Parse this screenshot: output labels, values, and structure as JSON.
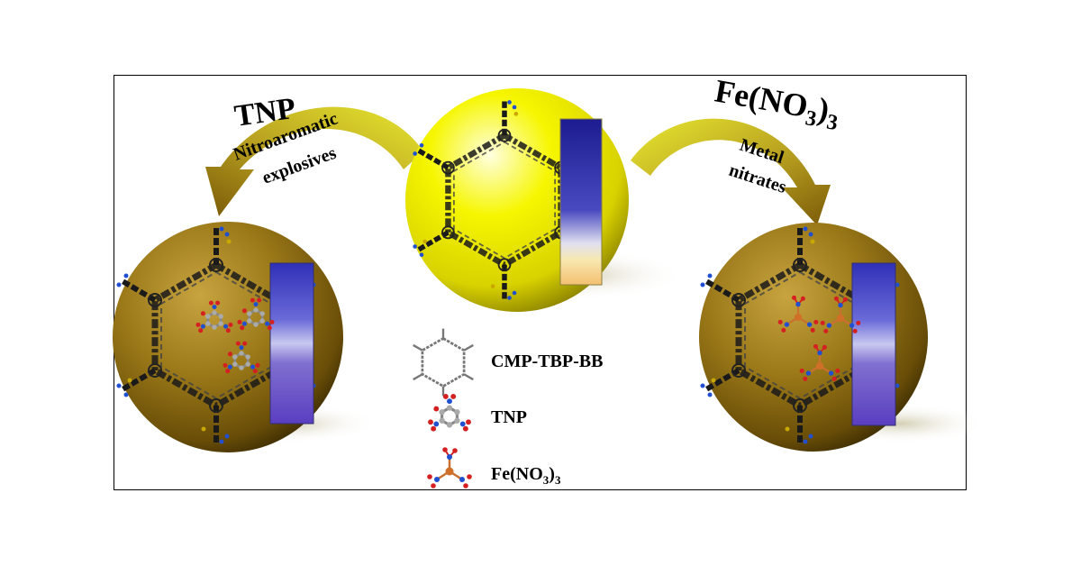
{
  "labels": {
    "left_reagent": "TNP",
    "left_caption_1": "Nitroaromatic",
    "left_caption_2": "explosives",
    "right_reagent_base": "Fe(NO",
    "right_reagent_sub": "3",
    "right_reagent_close": ")",
    "right_reagent_sub2": "3",
    "right_caption_1": "Metal",
    "right_caption_2": "nitrates"
  },
  "legend": {
    "item1": "CMP-TBP-BB",
    "item2": "TNP",
    "item3_base": "Fe(NO",
    "item3_sub": "3",
    "item3_close": ")",
    "item3_sub2": "3"
  },
  "colors": {
    "yellow_sphere": "#f0f000",
    "gold_sphere": "#8a6a10",
    "arrow_gold": "#a88a18",
    "vial_blue": "#2a2ab0",
    "vial_purple": "#6a50c8",
    "vial_peach": "#f6c880",
    "nitro_red": "#d42020",
    "nitrogen_blue": "#2050d0"
  },
  "icons": {
    "sphere_top": "yellow-framework-sphere",
    "sphere_left": "gold-framework-sphere-tnp",
    "sphere_right": "gold-framework-sphere-metal",
    "arrow_left": "curved-arrow-left",
    "arrow_right": "curved-arrow-right"
  }
}
